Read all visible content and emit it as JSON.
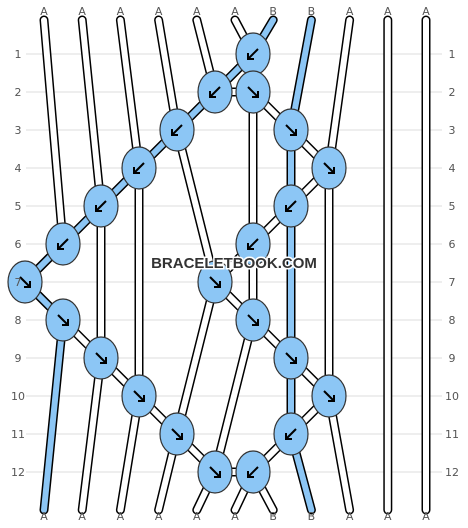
{
  "watermark": "BRACELETBOOK.COM",
  "colors": {
    "A": "#ffffff",
    "B": "#8cc6f5",
    "outline": "#000000",
    "knot": "#8cc6f5",
    "knot_outline": "#333333",
    "grid": "#dddddd"
  },
  "strings_top": [
    "A",
    "A",
    "A",
    "A",
    "A",
    "A",
    "B",
    "B",
    "A",
    "A",
    "A"
  ],
  "strings_bottom": [
    "A",
    "A",
    "A",
    "A",
    "A",
    "A",
    "B",
    "B",
    "A",
    "A",
    "A"
  ],
  "rows": [
    "1",
    "2",
    "3",
    "4",
    "5",
    "6",
    "7",
    "8",
    "9",
    "10",
    "11",
    "12"
  ],
  "knot_rows": [
    [
      {
        "pos": 5,
        "dir": "backward-knot"
      }
    ],
    [
      {
        "pos": 4,
        "dir": "backward-knot"
      },
      {
        "pos": 5,
        "dir": "forward-knot"
      }
    ],
    [
      {
        "pos": 3,
        "dir": "backward-knot"
      },
      {
        "pos": 6,
        "dir": "forward-knot"
      }
    ],
    [
      {
        "pos": 2,
        "dir": "backward-knot"
      },
      {
        "pos": 7,
        "dir": "forward-knot"
      }
    ],
    [
      {
        "pos": 1,
        "dir": "backward-knot"
      },
      {
        "pos": 6,
        "dir": "backward-knot"
      }
    ],
    [
      {
        "pos": 0,
        "dir": "backward-knot"
      },
      {
        "pos": 5,
        "dir": "backward-knot"
      }
    ],
    [
      {
        "pos": -1,
        "dir": "forward-knot"
      },
      {
        "pos": 4,
        "dir": "forward-knot"
      }
    ],
    [
      {
        "pos": 0,
        "dir": "forward-knot"
      },
      {
        "pos": 5,
        "dir": "forward-knot"
      }
    ],
    [
      {
        "pos": 1,
        "dir": "forward-knot"
      },
      {
        "pos": 6,
        "dir": "forward-knot"
      }
    ],
    [
      {
        "pos": 2,
        "dir": "forward-knot"
      },
      {
        "pos": 7,
        "dir": "forward-knot"
      }
    ],
    [
      {
        "pos": 3,
        "dir": "forward-knot"
      },
      {
        "pos": 6,
        "dir": "backward-knot"
      }
    ],
    [
      {
        "pos": 4,
        "dir": "forward-knot"
      },
      {
        "pos": 5,
        "dir": "backward-knot"
      }
    ]
  ]
}
